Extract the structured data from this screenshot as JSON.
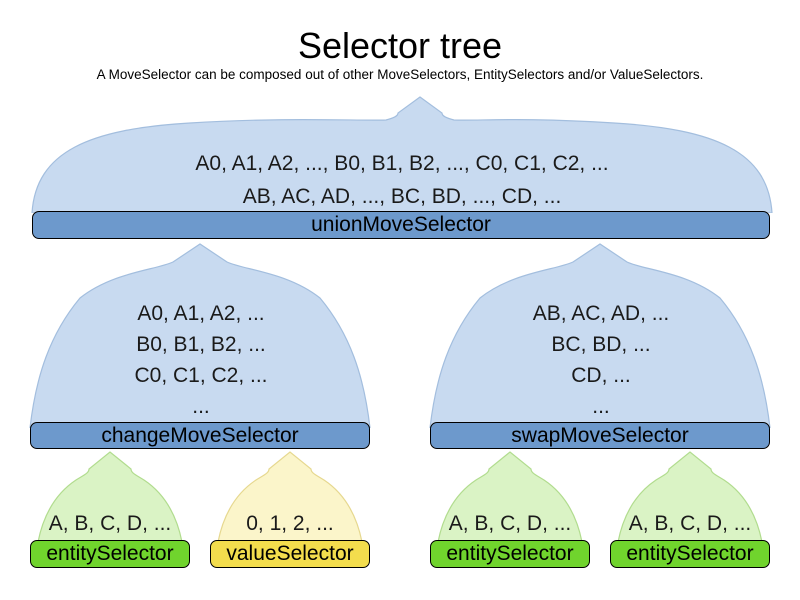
{
  "title": "Selector tree",
  "subtitle": "A MoveSelector can be composed out of other MoveSelectors, EntitySelectors and/or ValueSelectors.",
  "colors": {
    "blue_funnel_fill": "#c8daf0",
    "blue_funnel_border": "#a3bede",
    "blue_bar": "#6d99cc",
    "green_funnel_fill": "#daf3c5",
    "green_funnel_border": "#b1dc8e",
    "green_bar": "#70d42d",
    "yellow_funnel_fill": "#fbf5ca",
    "yellow_funnel_border": "#e6d88f",
    "yellow_bar": "#f3dd4d",
    "bar_border": "#000000"
  },
  "nodes": {
    "union": {
      "label": "unionMoveSelector",
      "lines": {
        "0": "A0, A1, A2, ..., B0, B1, B2, ..., C0, C1, C2, ...",
        "1": "AB, AC, AD, ..., BC, BD, ..., CD, ..."
      }
    },
    "change": {
      "label": "changeMoveSelector",
      "lines": {
        "0": "A0, A1, A2, ...",
        "1": "B0, B1, B2, ...",
        "2": "C0, C1, C2, ...",
        "3": "..."
      }
    },
    "swap": {
      "label": "swapMoveSelector",
      "lines": {
        "0": "AB, AC, AD, ...",
        "1": "BC, BD, ...",
        "2": "CD, ...",
        "3": "..."
      }
    },
    "entity1": {
      "label": "entitySelector",
      "lines": {
        "0": "A, B, C, D, ..."
      }
    },
    "value1": {
      "label": "valueSelector",
      "lines": {
        "0": "0, 1, 2, ..."
      }
    },
    "entity2": {
      "label": "entitySelector",
      "lines": {
        "0": "A, B, C, D, ..."
      }
    },
    "entity3": {
      "label": "entitySelector",
      "lines": {
        "0": "A, B, C, D, ..."
      }
    }
  }
}
